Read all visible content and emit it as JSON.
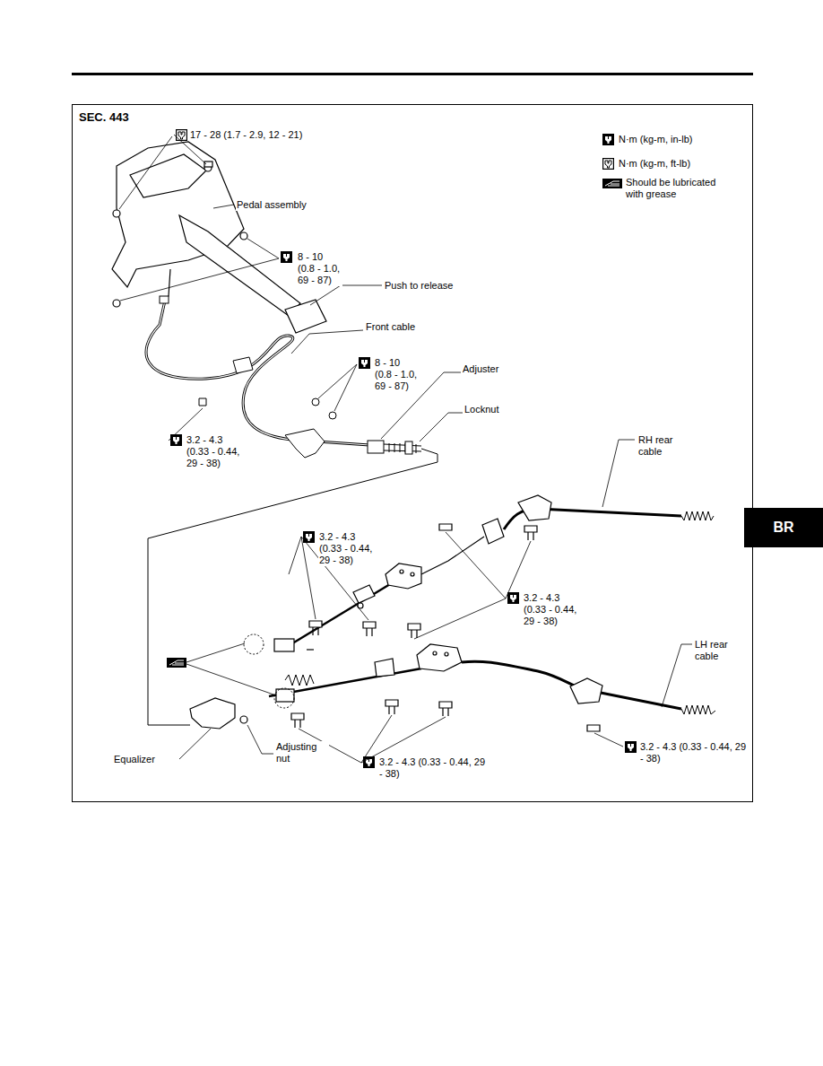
{
  "diagram": {
    "nodes": [
      {
        "text": [
          "BR"
        ]
      }
    ],
    "edges": [],
    "labels": [
      "SEC. 443",
      "17 - 28 (1.7 - 2.9, 12 - 21)",
      "Pedal assembly",
      "8 - 10 (0.8 - 1.0, 69 - 87)",
      "Push to release",
      "Front cable",
      "8 - 10 (0.8 - 1.0, 69 - 87)",
      "Adjuster",
      "Locknut",
      "3.2 - 4.3 (0.33 - 0.44, 29 - 38)",
      "RH rear cable",
      "3.2 - 4.3 (0.33 - 0.44, 29 - 38)",
      "3.2 - 4.3 (0.33 - 0.44, 29 - 38)",
      "LH rear cable",
      "Equalizer",
      "Adjusting nut",
      "3.2 - 4.3 (0.33 - 0.44, 29 - 38)",
      "3.2 - 4.3 (0.33 - 0.44, 29 - 38)"
    ],
    "legend": [
      {
        "text": "N·m (kg-m, in-lb)"
      },
      {
        "text": "N·m (kg-m, ft-lb)"
      },
      {
        "text": "Should be lubricated with grease"
      }
    ]
  }
}
